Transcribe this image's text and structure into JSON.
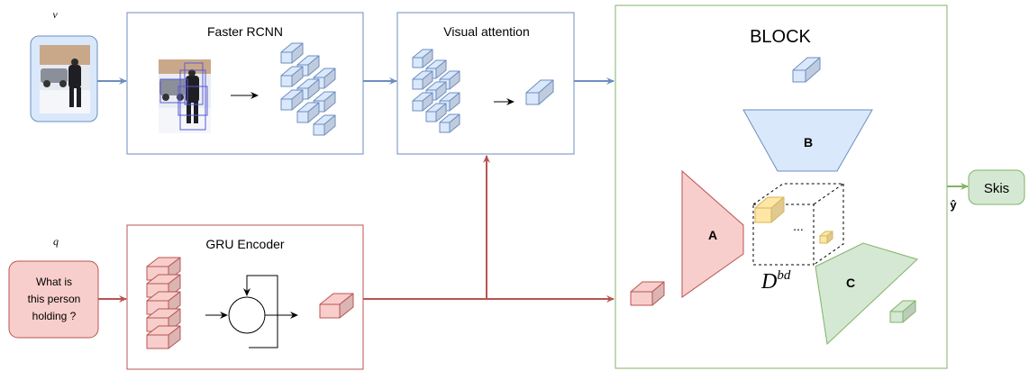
{
  "inputs": {
    "v_label": "v",
    "q_label": "q",
    "question_text": [
      "What is",
      "this person",
      "holding ?"
    ]
  },
  "modules": {
    "faster_rcnn": "Faster RCNN",
    "visual_attention": "Visual attention",
    "gru_encoder": "GRU Encoder",
    "block": "BLOCK"
  },
  "block": {
    "a": "A",
    "b": "B",
    "c": "C",
    "dots": "...",
    "tensor_symbol": "D",
    "tensor_superscript": "bd"
  },
  "output": {
    "y_hat_label": "ŷ",
    "answer": "Skis"
  },
  "colors": {
    "blue_stroke": "#6c8ebf",
    "blue_fill": "#dae8fc",
    "red_stroke": "#b85450",
    "red_fill": "#f8cecc",
    "green_stroke": "#82b366",
    "green_fill": "#d5e8d4",
    "orange_stroke": "#d6b656",
    "orange_fill": "#ffe6a6"
  }
}
